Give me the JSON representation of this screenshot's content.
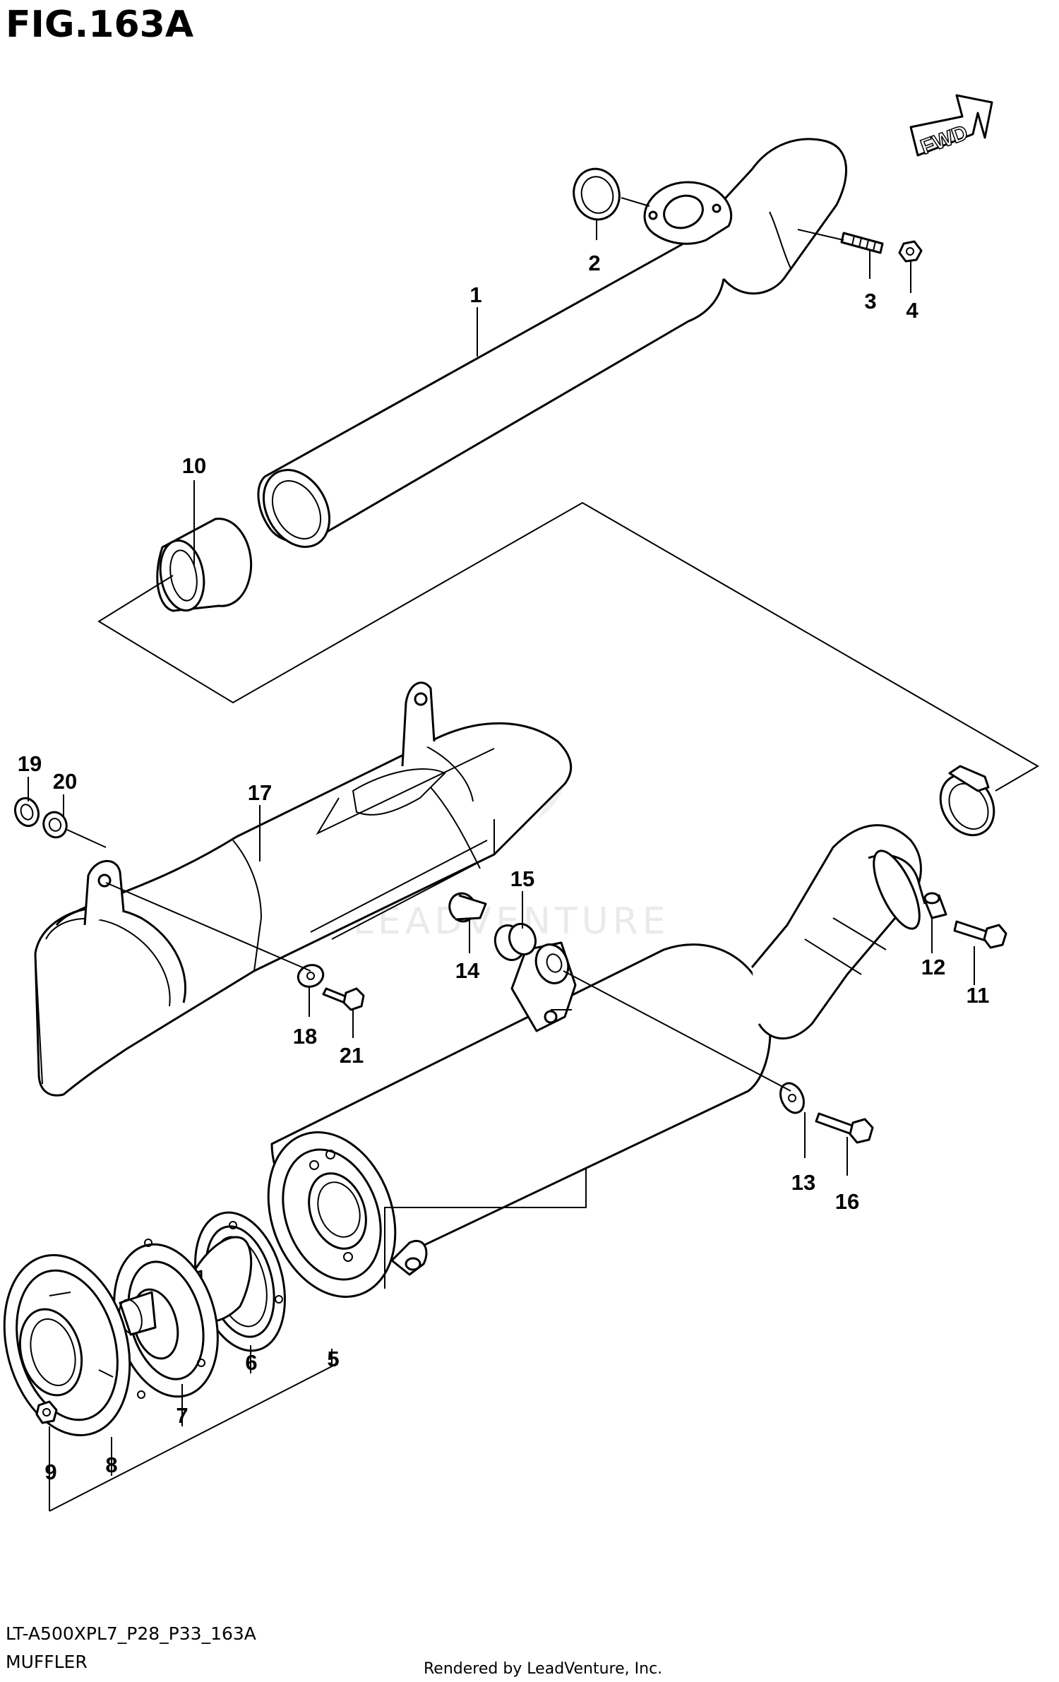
{
  "figure": {
    "title": "FIG.163A",
    "model_code": "LT-A500XPL7_P28_P33_163A",
    "group_name": "MUFFLER",
    "rendered_by": "Rendered by LeadVenture, Inc.",
    "watermark": "LEADVENTURE",
    "fwd_label": "FWD"
  },
  "callouts": {
    "c1": "1",
    "c2": "2",
    "c3": "3",
    "c4": "4",
    "c5": "5",
    "c6": "6",
    "c7": "7",
    "c8": "8",
    "c9": "9",
    "c10": "10",
    "c11": "11",
    "c12": "12",
    "c13": "13",
    "c14": "14",
    "c15": "15",
    "c16": "16",
    "c17": "17",
    "c18": "18",
    "c19": "19",
    "c20": "20",
    "c21": "21"
  }
}
